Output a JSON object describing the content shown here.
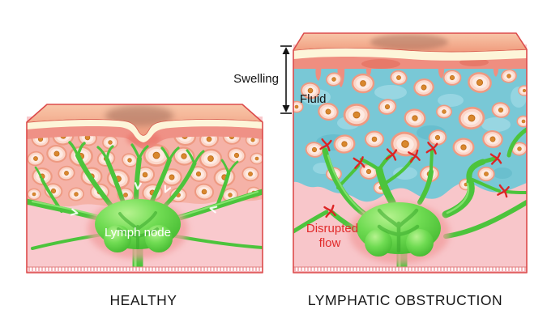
{
  "figure": {
    "healthy": {
      "caption": "HEALTHY",
      "lymph_node_label": "Lymph node"
    },
    "obstruction": {
      "caption": "LYMPHATIC OBSTRUCTION"
    },
    "annotations": {
      "swelling": "Swelling",
      "fluid": "Fluid",
      "disrupted_flow_line1": "Disrupted",
      "disrupted_flow_line2": "flow"
    }
  },
  "colors": {
    "vessel_green": "#4cc43c",
    "vessel_highlight": "#9bed80",
    "node_green": "#56cb3f",
    "fluid_teal": "#79c8d6",
    "fluid_label": "#2a7e92",
    "disrupted_red": "#e12a2a",
    "blockage_red": "#dd2424",
    "skin_salmon": "#f2a689",
    "epidermis_cream": "#fdf5d9",
    "dermis_pink": "#f9c9cd",
    "cell_fill": "#fbd7ca",
    "cell_ring": "#ee9a82",
    "nucleus_orange": "#d9882e",
    "panel_border": "#dc4b4b",
    "caption_text": "#161616"
  }
}
